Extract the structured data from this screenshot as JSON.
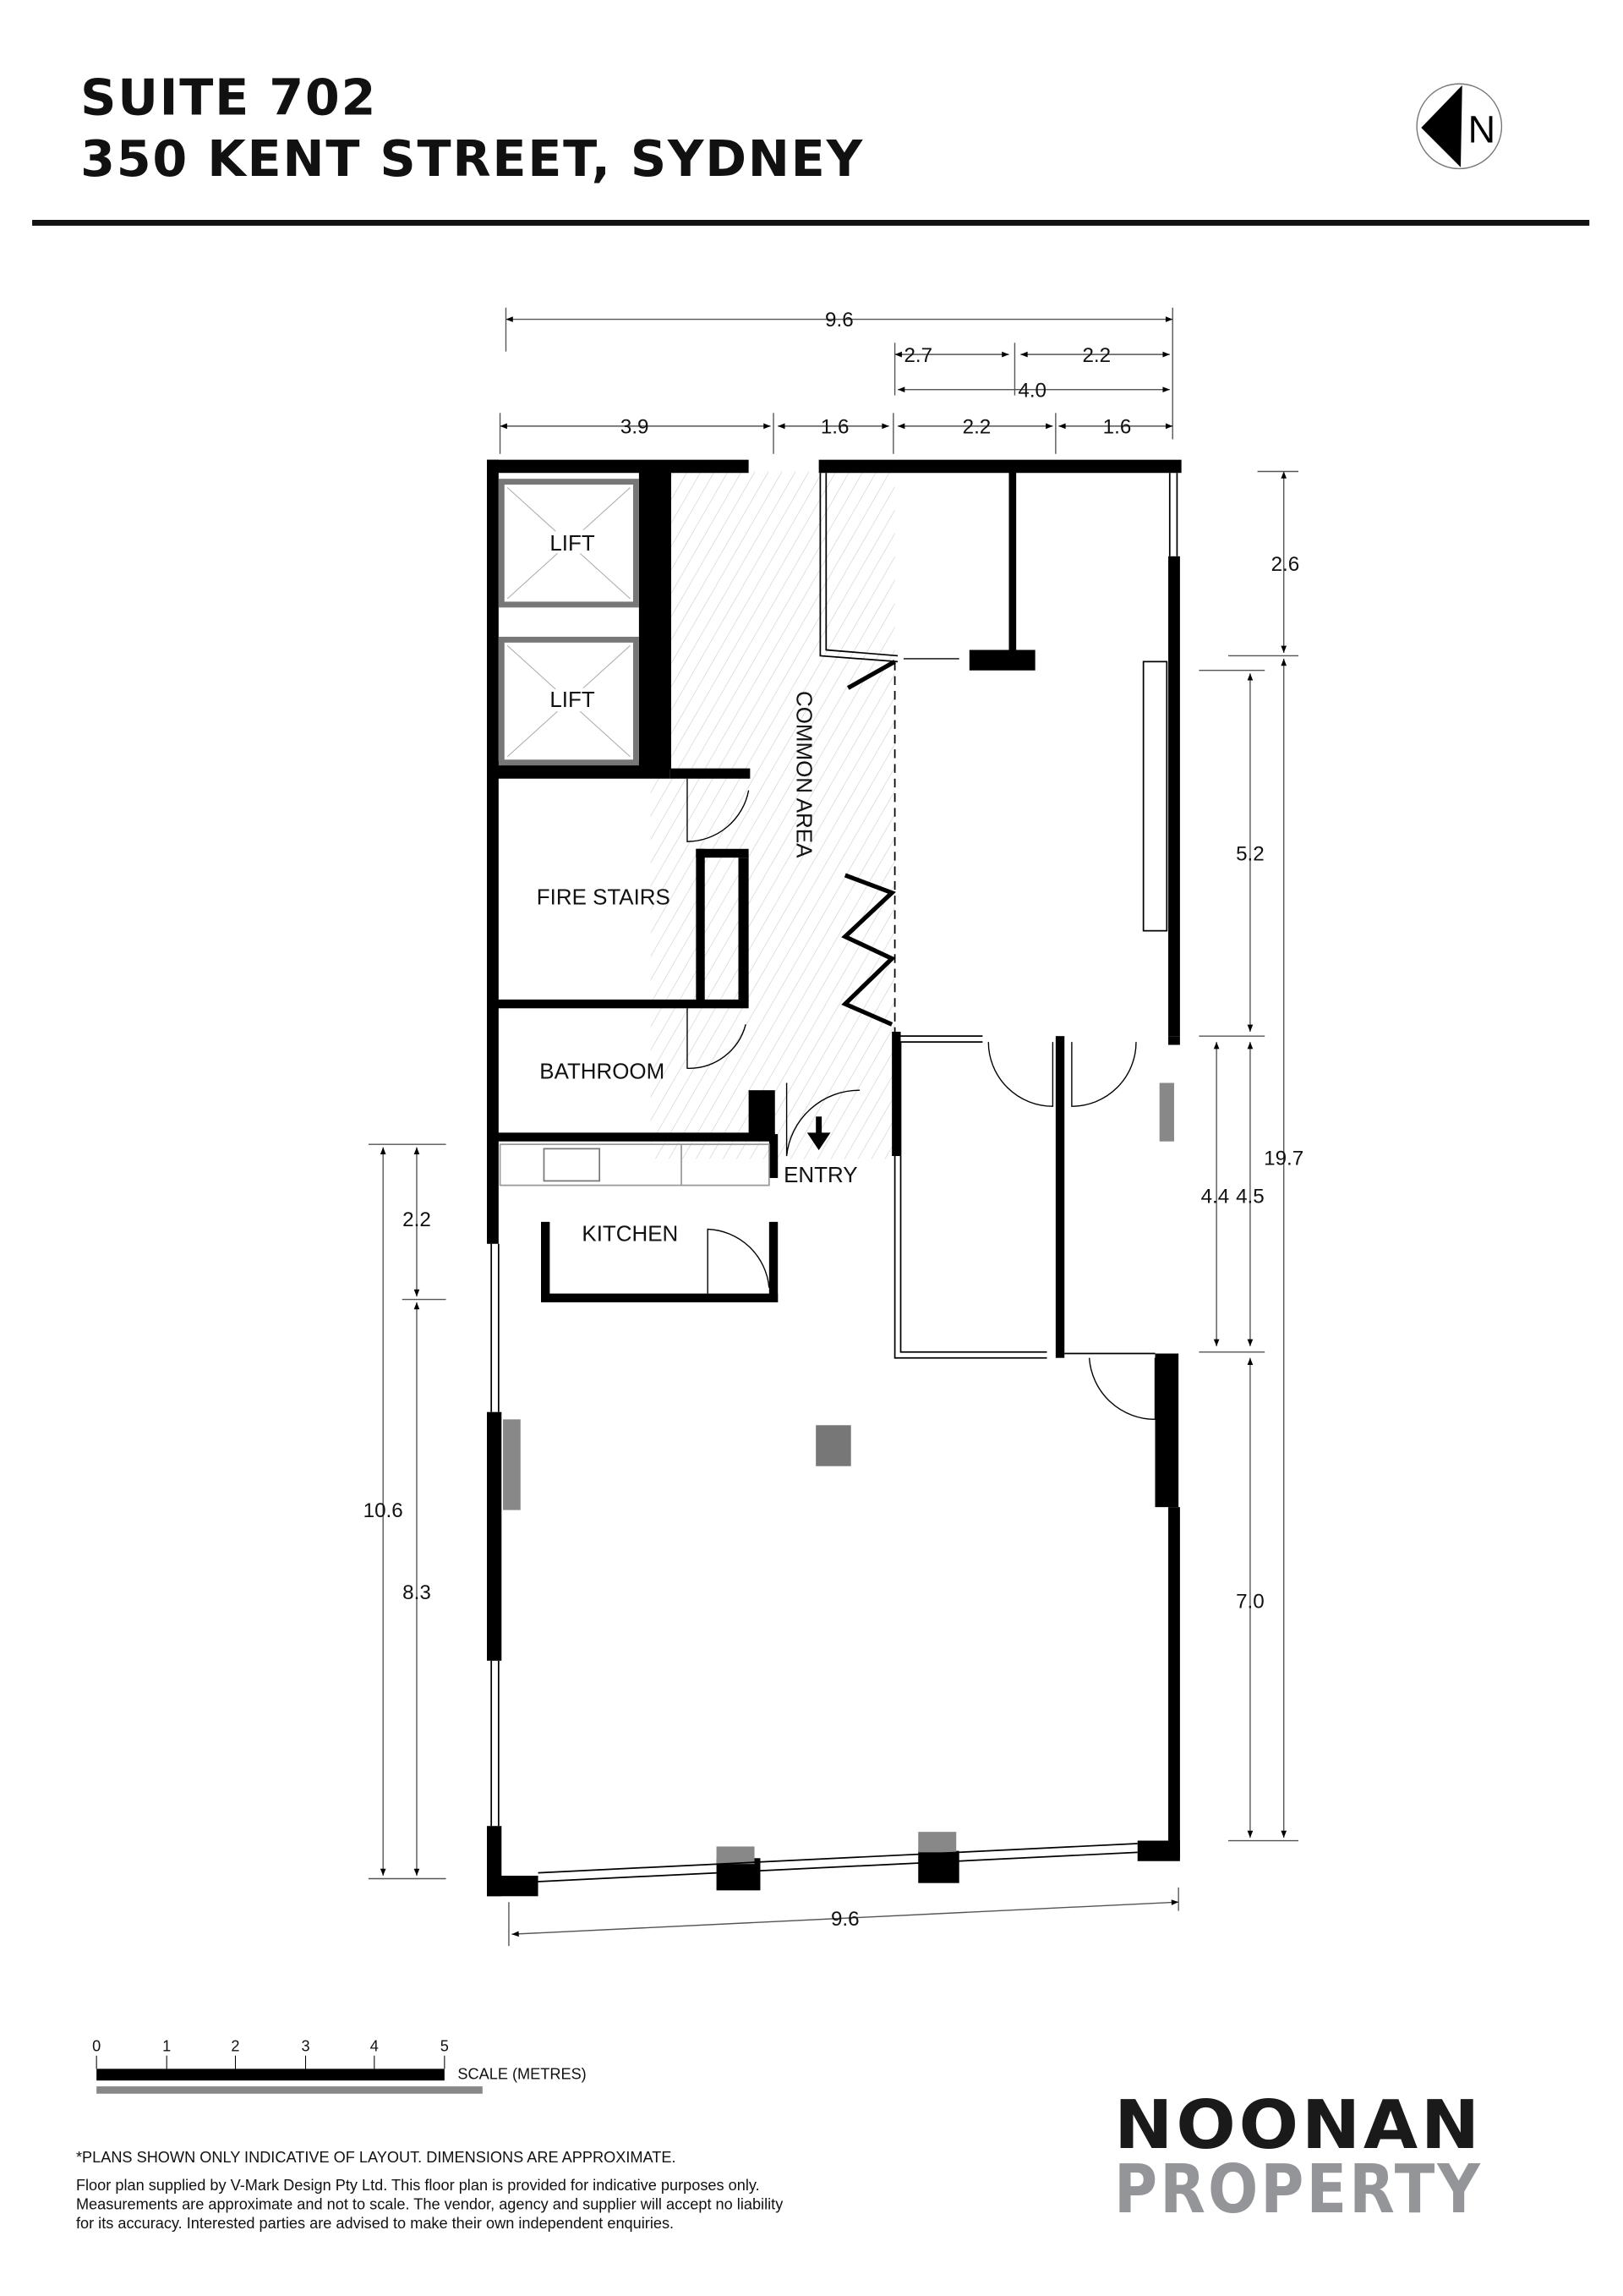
{
  "header": {
    "title_line1": "SUITE 702",
    "title_line2": "350 KENT STREET, SYDNEY",
    "north_label": "N"
  },
  "rooms": {
    "lift1": "LIFT",
    "lift2": "LIFT",
    "fire_stairs": "FIRE STAIRS",
    "bathroom": "BATHROOM",
    "kitchen": "KITCHEN",
    "common_area": "COMMON AREA",
    "entry": "ENTRY"
  },
  "dimensions": {
    "top_total": "9.6",
    "top_2_7": "2.7",
    "top_2_2a": "2.2",
    "top_4_0": "4.0",
    "top_3_9": "3.9",
    "top_1_6a": "1.6",
    "top_2_2b": "2.2",
    "top_1_6b": "1.6",
    "right_2_6": "2.6",
    "right_5_2": "5.2",
    "right_4_4": "4.4",
    "right_4_5": "4.5",
    "right_19_7": "19.7",
    "right_7_0": "7.0",
    "left_2_2": "2.2",
    "left_10_6": "10.6",
    "left_8_3": "8.3",
    "bottom_total": "9.6"
  },
  "scale": {
    "ticks": [
      "0",
      "1",
      "2",
      "3",
      "4",
      "5"
    ],
    "label": "SCALE (METRES)"
  },
  "disclaimer": {
    "line1": "*PLANS SHOWN ONLY INDICATIVE OF LAYOUT. DIMENSIONS ARE APPROXIMATE.",
    "line2": "Floor plan supplied by V-Mark Design Pty Ltd. This floor plan is provided for indicative purposes only.",
    "line3": "Measurements are approximate and not to scale. The vendor, agency and supplier will accept no liability",
    "line4": "for its accuracy. Interested parties are advised to make their own independent enquiries."
  },
  "logo": {
    "line1": "NOONAN",
    "line2": "PROPERTY",
    "color1": "#1a1a1a",
    "color2": "#939598"
  }
}
